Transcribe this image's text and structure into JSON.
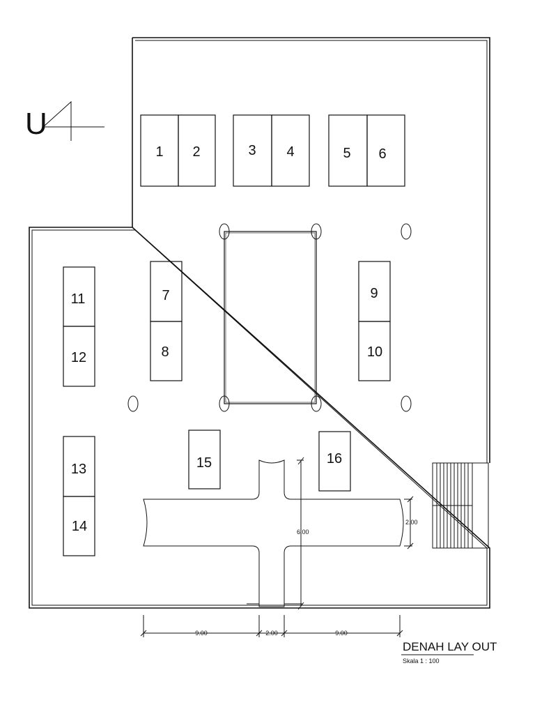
{
  "north_marker": {
    "letter": "U"
  },
  "booths": [
    {
      "id": "booth-1",
      "label": "1"
    },
    {
      "id": "booth-2",
      "label": "2"
    },
    {
      "id": "booth-3",
      "label": "3"
    },
    {
      "id": "booth-4",
      "label": "4"
    },
    {
      "id": "booth-5",
      "label": "5"
    },
    {
      "id": "booth-6",
      "label": "6"
    },
    {
      "id": "booth-7",
      "label": "7"
    },
    {
      "id": "booth-8",
      "label": "8"
    },
    {
      "id": "booth-9",
      "label": "9"
    },
    {
      "id": "booth-10",
      "label": "10"
    },
    {
      "id": "booth-11",
      "label": "11"
    },
    {
      "id": "booth-12",
      "label": "12"
    },
    {
      "id": "booth-13",
      "label": "13"
    },
    {
      "id": "booth-14",
      "label": "14"
    },
    {
      "id": "booth-15",
      "label": "15"
    },
    {
      "id": "booth-16",
      "label": "16"
    }
  ],
  "dimensions": {
    "left_span": "9.00",
    "center_span": "2.00",
    "right_span": "9.00",
    "vertical_span": "6.00",
    "corridor_width": "2.00"
  },
  "title": {
    "main": "DENAH LAY OUT",
    "scale": "Skala 1 : 100"
  }
}
